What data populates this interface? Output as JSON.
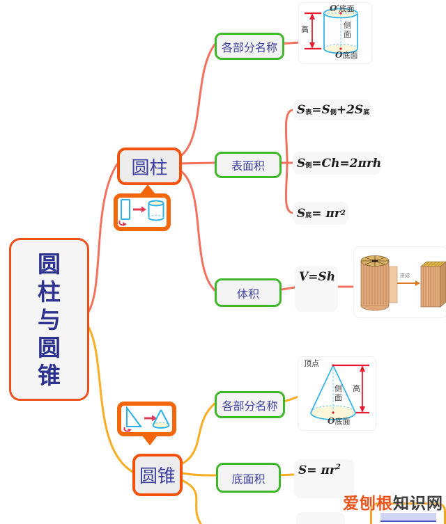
{
  "main": {
    "chars": [
      "圆",
      "柱",
      "与",
      "圆",
      "锥"
    ]
  },
  "cylinder": {
    "label": "圆柱",
    "parts_label": "各部分名称",
    "surface_label": "表面积",
    "volume_label": "体积",
    "f_total": {
      "t1": "S",
      "sub1": "表",
      "t2": "=S",
      "sub2": "侧",
      "t3": "+2S",
      "sub3": "底"
    },
    "f_lateral": {
      "t1": "S",
      "sub1": "侧",
      "t2": "=Ch=2πrh"
    },
    "f_base": {
      "t1": "S",
      "sub1": "底",
      "t2": "= πr",
      "sup": "2"
    },
    "f_volume": "V=Sh",
    "diagram": {
      "o_top": "O′",
      "top": "底面",
      "side1": "侧",
      "side2": "面",
      "o_bot": "O",
      "bot": "底面",
      "height": "高"
    },
    "wood": {
      "arrow_label": "拼成"
    }
  },
  "cone": {
    "label": "圆锥",
    "parts_label": "各部分名称",
    "base_area_label": "底面积",
    "f_base": {
      "t1": "S= πr",
      "sup": "2"
    },
    "diagram": {
      "apex": "顶点",
      "side1": "侧",
      "side2": "面",
      "height": "高",
      "o_bot": "O",
      "bot": "底面"
    }
  },
  "watermark": {
    "brand": "爱刨根",
    "rest": "知识网"
  },
  "colors": {
    "red_line": "#f2705c",
    "yellow_line": "#fbac21",
    "orange_border": "#f4510d",
    "green_border": "#3eb829",
    "navy_text": "#3c3f9e",
    "frame_orange": "#f4660b"
  }
}
